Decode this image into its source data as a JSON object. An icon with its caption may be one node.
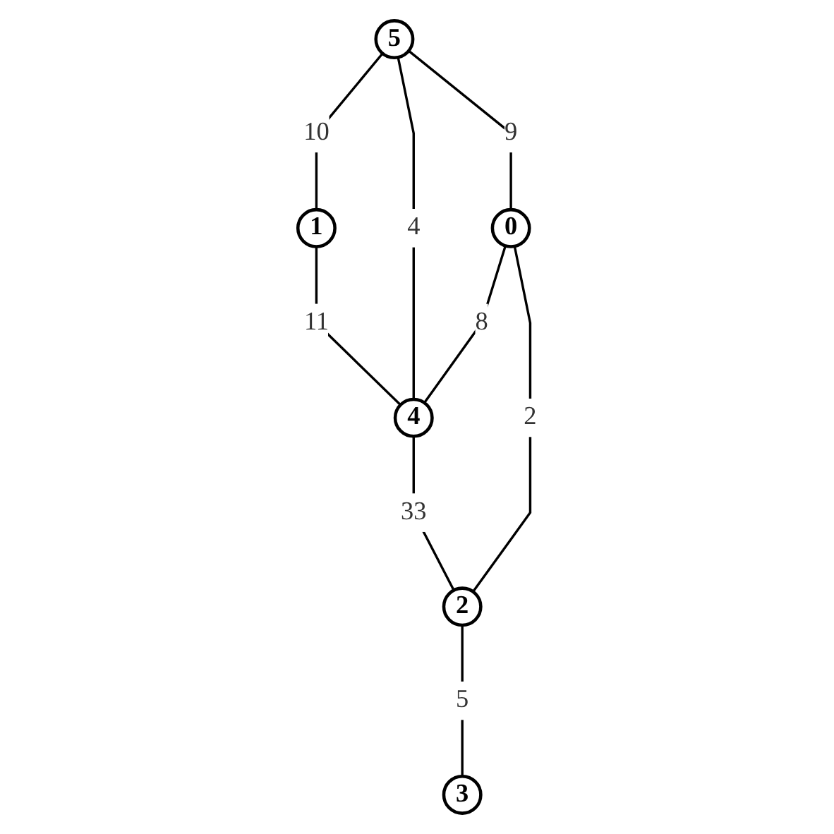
{
  "diagram": {
    "nodes": [
      {
        "text": [
          "1"
        ]
      },
      {
        "text": [
          "5"
        ]
      },
      {
        "text": [
          "4"
        ]
      },
      {
        "text": [
          "0"
        ]
      },
      {
        "text": [
          "3"
        ]
      },
      {
        "text": [
          "2"
        ]
      }
    ],
    "edges": [
      {
        "from": 1,
        "to": 0,
        "arrow": "none",
        "label": "10"
      },
      {
        "from": 1,
        "to": 2,
        "arrow": "none",
        "label": "4"
      },
      {
        "from": 0,
        "to": 2,
        "arrow": "none",
        "label": "11"
      },
      {
        "from": 1,
        "to": 3,
        "arrow": "none",
        "label": "9"
      },
      {
        "from": 3,
        "to": 2,
        "arrow": "none",
        "label": "8"
      },
      {
        "from": 3,
        "to": 5,
        "arrow": "none",
        "label": "2"
      },
      {
        "from": 2,
        "to": 5,
        "arrow": "none",
        "label": "33"
      },
      {
        "from": 5,
        "to": 4,
        "arrow": "none",
        "label": "5"
      }
    ]
  }
}
